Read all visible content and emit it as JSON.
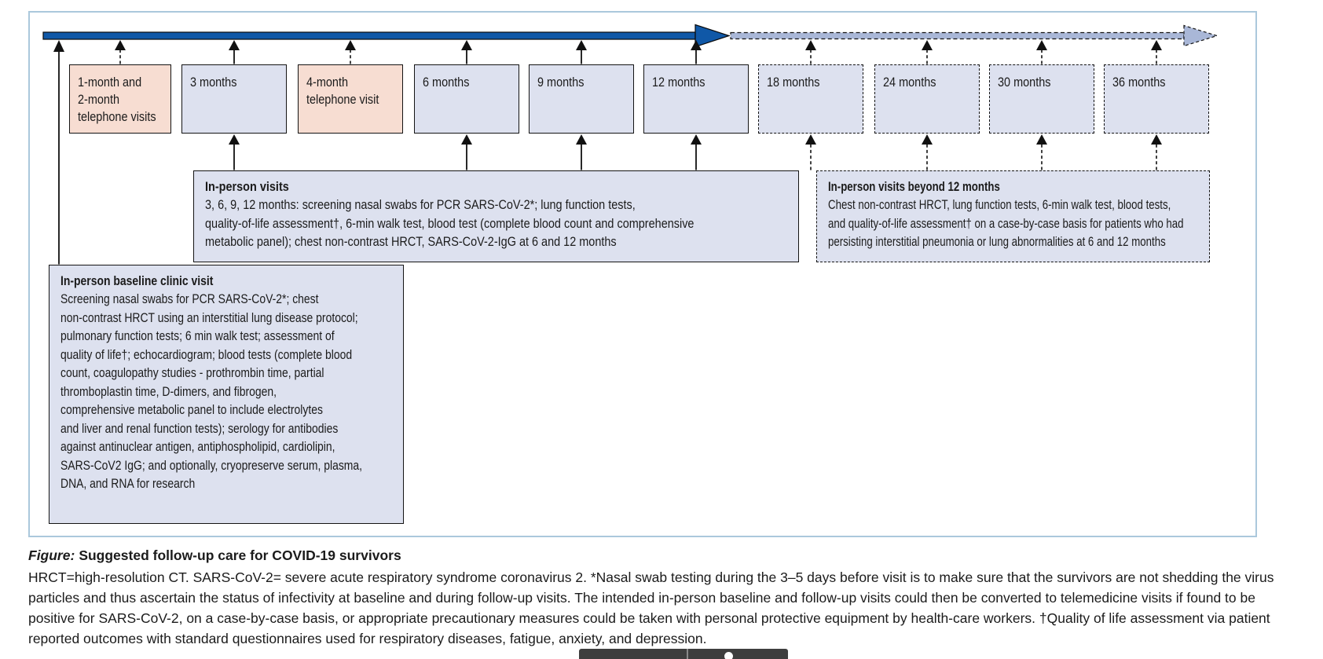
{
  "figure": {
    "caption_prefix": "Figure:",
    "caption_title": "Suggested follow-up care for COVID-19 survivors",
    "footnote": "HRCT=high-resolution CT. SARS-CoV-2= severe acute respiratory syndrome coronavirus 2. *Nasal swab testing during the 3–5 days before visit is to make sure that the survivors are not shedding the virus particles and thus ascertain the status of infectivity at baseline and during follow-up visits. The intended in-person baseline and follow-up visits could then be converted to telemedicine visits if found to be positive for SARS-CoV-2, on a case-by-case basis, or appropriate precautionary measures could be taken with personal protective equipment by health-care workers. †Quality of life assessment via patient reported outcomes with standard questionnaires used for respiratory diseases, fatigue, anxiety, and depression."
  },
  "timeline": {
    "solid_segment": "0-12 months",
    "dashed_segment": "beyond 12 months",
    "boxes": [
      {
        "label": [
          "1-month and",
          "2-month",
          "telephone visits"
        ],
        "kind": "telephone-visit",
        "border": "solid"
      },
      {
        "label": "3 months",
        "kind": "in-person-visit",
        "border": "solid"
      },
      {
        "label": [
          "4-month",
          "telephone visit"
        ],
        "kind": "telephone-visit",
        "border": "solid"
      },
      {
        "label": "6 months",
        "kind": "in-person-visit",
        "border": "solid"
      },
      {
        "label": "9 months",
        "kind": "in-person-visit",
        "border": "solid"
      },
      {
        "label": "12 months",
        "kind": "in-person-visit",
        "border": "solid"
      },
      {
        "label": "18 months",
        "kind": "in-person-visit",
        "border": "dashed"
      },
      {
        "label": "24 months",
        "kind": "in-person-visit",
        "border": "dashed"
      },
      {
        "label": "30 months",
        "kind": "in-person-visit",
        "border": "dashed"
      },
      {
        "label": "36 months",
        "kind": "in-person-visit",
        "border": "dashed"
      }
    ]
  },
  "panels": {
    "in_person": {
      "title": "In-person visits",
      "body": [
        "3, 6, 9, 12 months: screening nasal swabs for PCR SARS-CoV-2*; lung function tests,",
        "quality-of-life assessment†, 6-min walk test, blood test (complete blood count and comprehensive",
        "metabolic panel); chest non-contrast HRCT, SARS-CoV-2-IgG at 6 and 12 months"
      ]
    },
    "beyond_12": {
      "title": "In-person visits beyond 12 months",
      "body": [
        "Chest non-contrast HRCT, lung function tests, 6-min walk test, blood tests,",
        "and quality-of-life assessment† on a case-by-case basis for patients who had",
        "persisting interstitial pneumonia or lung abnormalities at 6 and 12 months"
      ]
    },
    "baseline": {
      "title": "In-person baseline clinic visit",
      "body": [
        "Screening nasal swabs for PCR SARS-CoV-2*; chest",
        "non-contrast HRCT using an interstitial lung disease protocol;",
        "pulmonary function tests; 6 min walk test; assessment of",
        "quality of life†; echocardiogram; blood tests (complete blood",
        "count, coagulopathy studies - prothrombin time, partial",
        "thromboplastin time, D-dimers, and fibrogen,",
        "comprehensive metabolic panel to include electrolytes",
        "and liver and renal function tests); serology for antibodies",
        "against antinuclear antigen, antiphospholipid, cardiolipin,",
        "SARS-CoV2 IgG; and optionally, cryopreserve serum, plasma,",
        "DNA, and RNA for research"
      ]
    }
  },
  "colors": {
    "frame_border": "#abc8dc",
    "timeline_solid_blue": "#1058a7",
    "timeline_dashed_fill": "#a9b7d7",
    "box_blue_fill": "#dde1ef",
    "box_pink_fill": "#f7ddd2",
    "box_border": "#141414",
    "text": "#1b1b1b",
    "overlay_bar": "#3e3e3e"
  },
  "overlay": {
    "icon": "white-dot-icon"
  }
}
